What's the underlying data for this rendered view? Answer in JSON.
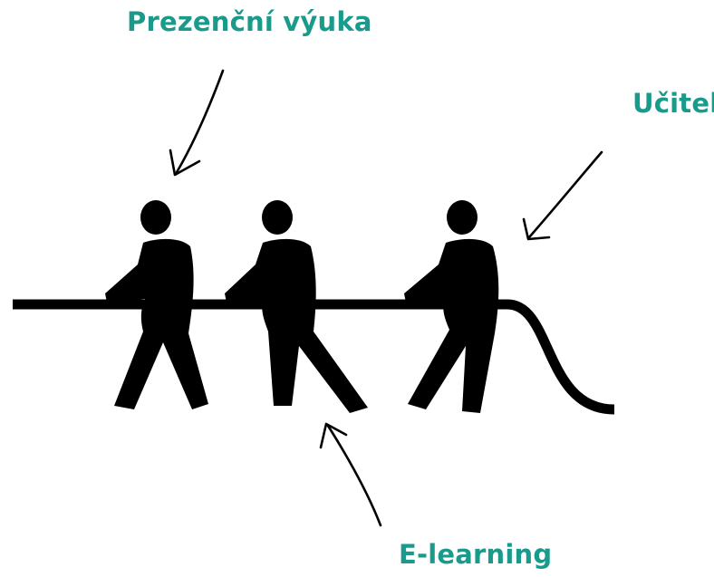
{
  "labels": {
    "top": "Prezenční výuka",
    "right": "Učitel",
    "bottom": "E-learning"
  },
  "colors": {
    "label": "#1a9a8a",
    "figure": "#000000",
    "background": "#ffffff"
  },
  "icons": [
    "person-pulling-icon",
    "rope-icon",
    "arrow-icon"
  ]
}
